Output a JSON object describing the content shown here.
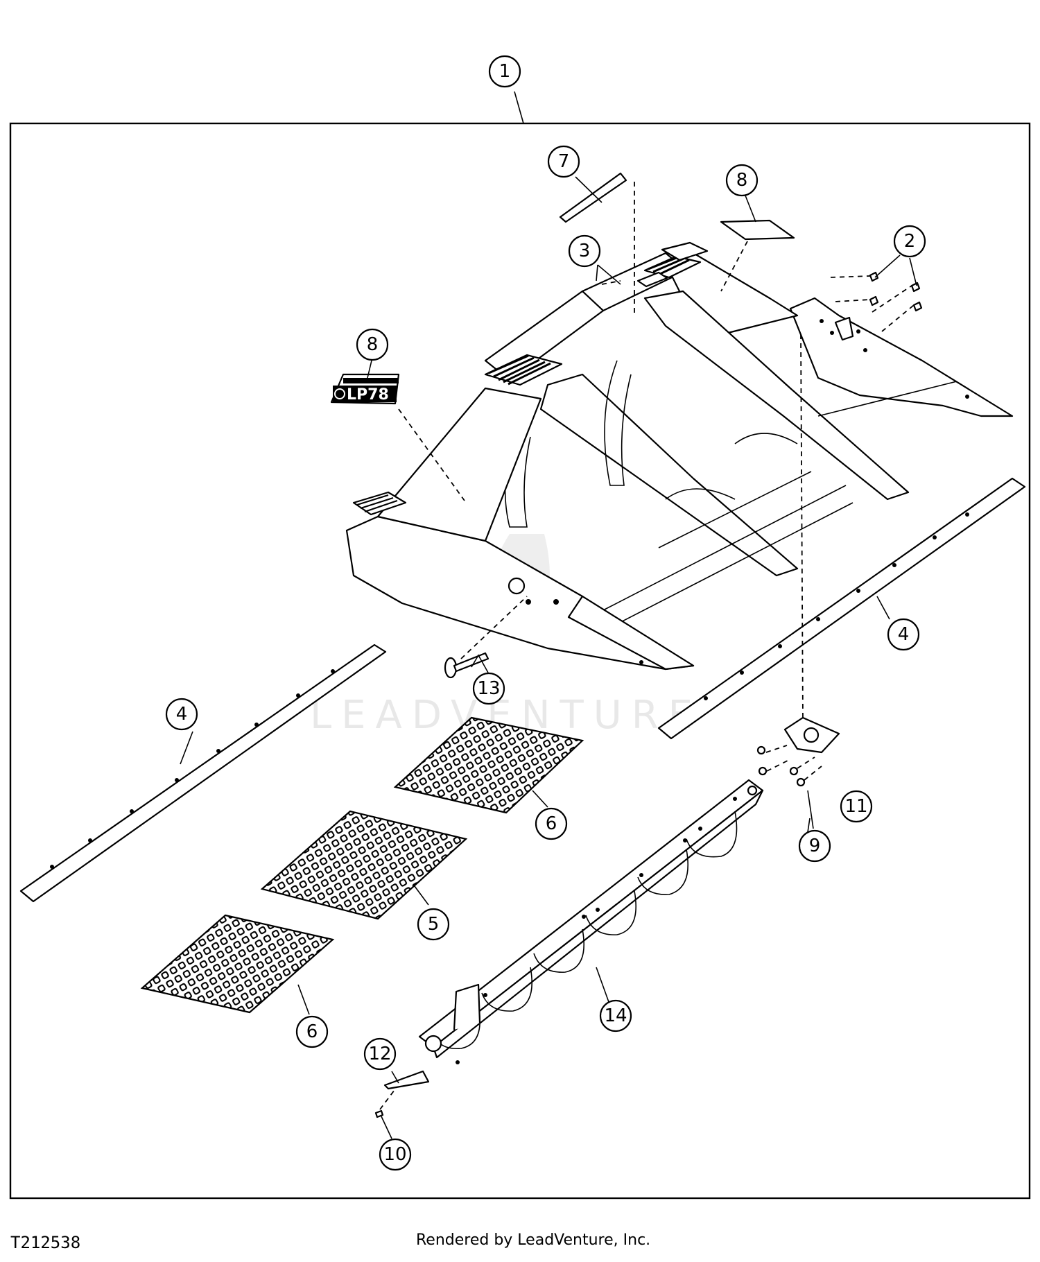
{
  "drawing": {
    "id_code": "T212538",
    "credit": "Rendered by LeadVenture, Inc.",
    "watermark": "LEADVENTURE",
    "decal_text": "LP78"
  },
  "callouts": [
    {
      "key": "c1",
      "label": "1"
    },
    {
      "key": "c2",
      "label": "2"
    },
    {
      "key": "c3",
      "label": "3"
    },
    {
      "key": "c4a",
      "label": "4"
    },
    {
      "key": "c4b",
      "label": "4"
    },
    {
      "key": "c5",
      "label": "5"
    },
    {
      "key": "c6a",
      "label": "6"
    },
    {
      "key": "c6b",
      "label": "6"
    },
    {
      "key": "c7",
      "label": "7"
    },
    {
      "key": "c8a",
      "label": "8"
    },
    {
      "key": "c8b",
      "label": "8"
    },
    {
      "key": "c9",
      "label": "9"
    },
    {
      "key": "c10",
      "label": "10"
    },
    {
      "key": "c11",
      "label": "11"
    },
    {
      "key": "c12",
      "label": "12"
    },
    {
      "key": "c13",
      "label": "13"
    },
    {
      "key": "c14",
      "label": "14"
    }
  ]
}
